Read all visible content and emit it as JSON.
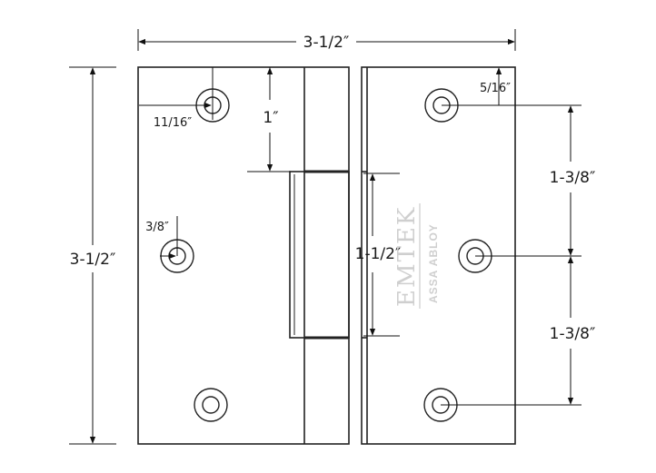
{
  "dimensions": {
    "overall_width": "3-1/2″",
    "overall_height": "3-1/2″",
    "top_hole_offset": "5/16″",
    "side_hole_offset": "11/16″",
    "hole_diameter": "3/8″",
    "knuckle_offset": "1″",
    "knuckle_height": "1-1/2″",
    "hole_spacing_upper": "1-3/8″",
    "hole_spacing_lower": "1-3/8″"
  },
  "watermark": {
    "brand": "EMTEK",
    "parent": "ASSA ABLOY"
  }
}
